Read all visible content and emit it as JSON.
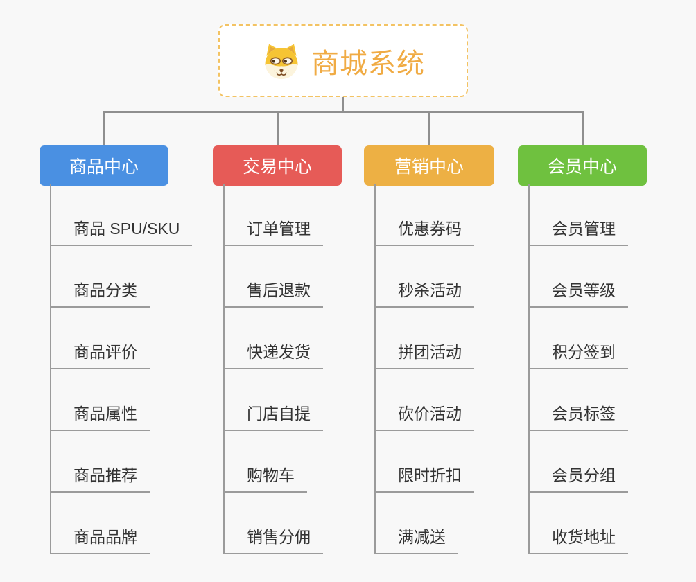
{
  "root": {
    "title": "商城系统",
    "icon": "shiba-dog-icon"
  },
  "branches": [
    {
      "id": "product-center",
      "label": "商品中心",
      "color": "#4a90e2",
      "children": [
        "商品 SPU/SKU",
        "商品分类",
        "商品评价",
        "商品属性",
        "商品推荐",
        "商品品牌"
      ]
    },
    {
      "id": "trade-center",
      "label": "交易中心",
      "color": "#e65b57",
      "children": [
        "订单管理",
        "售后退款",
        "快递发货",
        "门店自提",
        "购物车",
        "销售分佣"
      ]
    },
    {
      "id": "marketing-center",
      "label": "营销中心",
      "color": "#edb044",
      "children": [
        "优惠券码",
        "秒杀活动",
        "拼团活动",
        "砍价活动",
        "限时折扣",
        "满减送"
      ]
    },
    {
      "id": "member-center",
      "label": "会员中心",
      "color": "#6fc13f",
      "children": [
        "会员管理",
        "会员等级",
        "积分签到",
        "会员标签",
        "会员分组",
        "收货地址"
      ]
    }
  ],
  "colors": {
    "background": "#f8f8f8",
    "connector": "#8f8f8f",
    "branch_line": "#9b9b9b",
    "topic_text": "#333333",
    "root_text": "#f0ab44",
    "root_border": "#f3c363",
    "root_background": "#ffffff",
    "branch_text": "#ffffff"
  }
}
